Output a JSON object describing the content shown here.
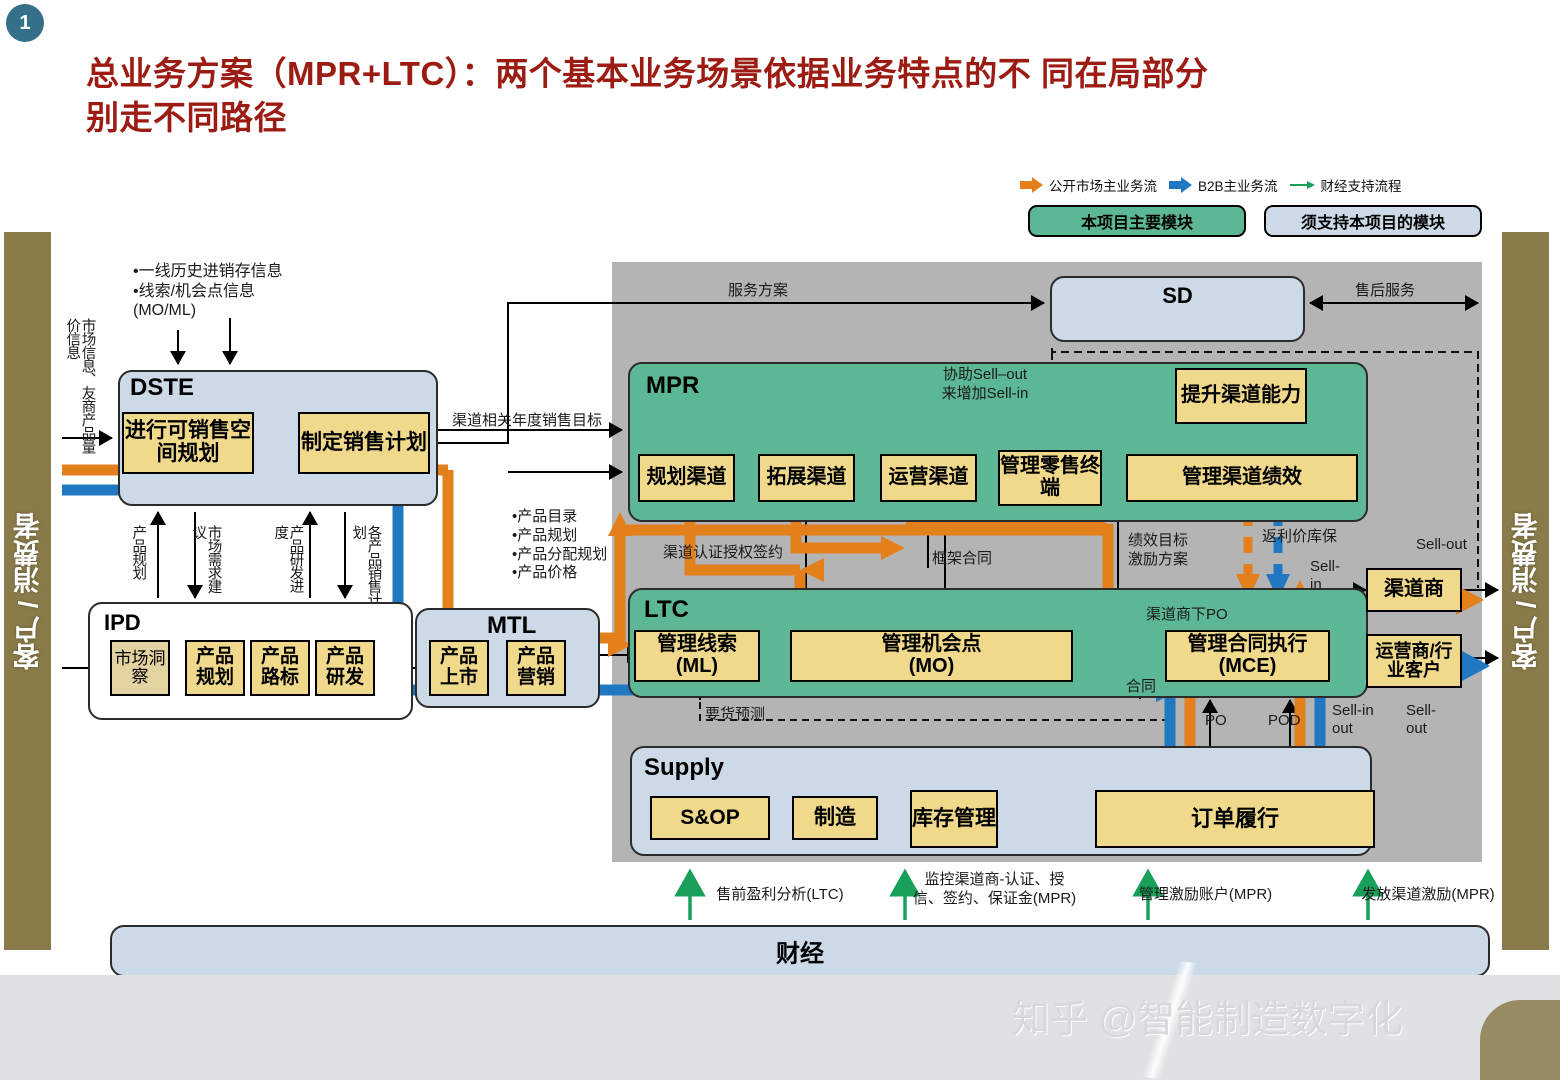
{
  "slide": {
    "number": "1"
  },
  "title": {
    "line1": "总业务方案（MPR+LTC）：两个基本业务场景依据业务特点的不 同在局部分",
    "line2": "别走不同路径"
  },
  "legend": {
    "flows": [
      {
        "label": "公开市场主业务流",
        "color": "#e3801b",
        "style": "thick"
      },
      {
        "label": "B2B主业务流",
        "color": "#1f78c1",
        "style": "thick"
      },
      {
        "label": "财经支持流程",
        "color": "#18a05a",
        "style": "thin"
      }
    ],
    "boxes": [
      {
        "label": "本项目主要模块",
        "color": "#5cb894"
      },
      {
        "label": "须支持本项目的模块",
        "color": "#ccd9e6"
      }
    ]
  },
  "sides": {
    "left_label": "客户 / 消费者",
    "right_label": "客户 / 消费者"
  },
  "containers": {
    "dste": "DSTE",
    "ipd": "IPD",
    "mtl": "MTL",
    "sd": "SD",
    "mpr": "MPR",
    "ltc": "LTC",
    "supply": "Supply",
    "finance": "财经"
  },
  "dste": {
    "steps": [
      "进行可销售空间规划",
      "制定销售计划"
    ]
  },
  "ipd": {
    "steps": [
      "市场洞察",
      "产品规划",
      "产品路标",
      "产品研发"
    ]
  },
  "mtl": {
    "steps": [
      "产品上市",
      "产品营销"
    ]
  },
  "mpr": {
    "steps": [
      "规划渠道",
      "拓展渠道",
      "运营渠道",
      "管理零售终端",
      "管理渠道绩效"
    ],
    "capability": "提升渠道能力"
  },
  "ltc": {
    "steps": [
      "管理线索\n(ML)",
      "管理机会点\n(MO)",
      "管理合同执行\n(MCE)"
    ]
  },
  "supply": {
    "steps": [
      "S&OP",
      "制造",
      "库存管理",
      "订单履行"
    ]
  },
  "partners": {
    "channel": "渠道商",
    "operator": "运营商/行业客户"
  },
  "annotations": {
    "input_bullets": "•一线历史进销存信息\n•线索/机会点信息\n(MO/ML)",
    "market_info": "市场信息、友商产品量价信息",
    "product_plan": "产品规划",
    "market_demand": "市场需求建议",
    "rd_progress": "产品研发进度",
    "product_sales_plan": "各产品销售计划",
    "annual_target": "渠道相关年度销售目标",
    "product_catalog_bullets": "•产品目录\n•产品规划\n•产品分配规划\n•产品价格",
    "service_plan": "服务方案",
    "after_sales": "售后服务",
    "assist_sellout": "协助Sell–out\n来增加Sell-in",
    "channel_cert": "渠道认证授权签约",
    "framework_contract": "框架合同",
    "perf_target": "绩效目标\n激励方案",
    "rebate": "返利价库保",
    "channel_po": "渠道商下PO",
    "contract": "合同",
    "demand_forecast": "要货预测",
    "po": "PO",
    "pod": "POD",
    "sell_out_top": "Sell-out",
    "sell_in_right": "Sell-in",
    "sell_in_out": "Sell-in out",
    "sell_out_bottom": "Sell-out"
  },
  "finance_flows": [
    "售前盈利分析(LTC)",
    "监控渠道商-认证、授信、签约、保证金(MPR)",
    "管理激励账户(MPR)",
    "发放渠道激励(MPR)"
  ],
  "watermark": {
    "text": "知乎 @智能制造数字化"
  },
  "colors": {
    "title": "#9c1b12",
    "orange": "#e3801b",
    "blue": "#1f78c1",
    "green_flow": "#18a05a",
    "module_green": "#5cb894",
    "module_blue": "#ccd9e6",
    "process_yellow": "#f0d98a",
    "gray_panel": "#b4b4b4",
    "side_bar": "#8a7b4a"
  }
}
